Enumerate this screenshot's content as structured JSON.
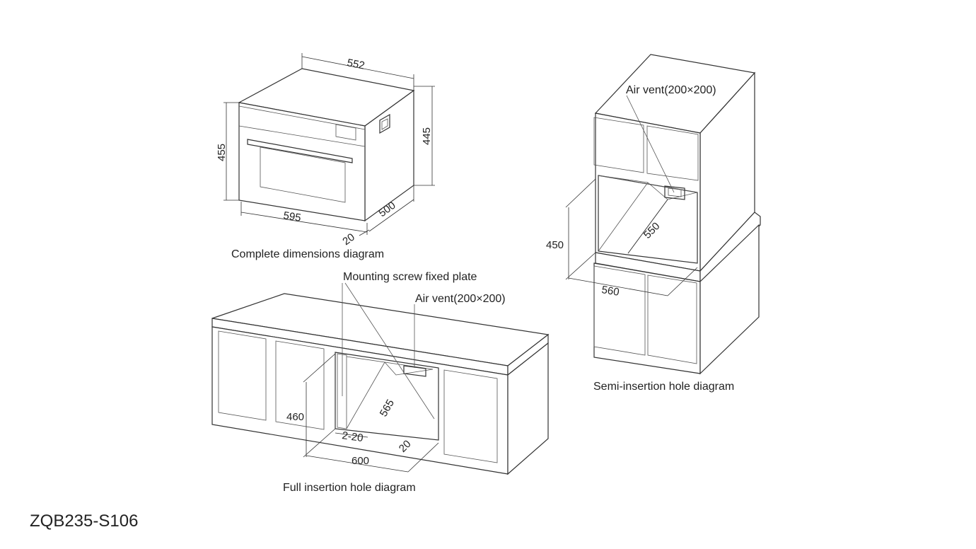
{
  "model": "ZQB235-S106",
  "oven": {
    "caption": "Complete dimensions diagram",
    "dims": {
      "top_width": "552",
      "front_height": "455",
      "side_height": "445",
      "front_width": "595",
      "depth": "500",
      "panel": "20"
    }
  },
  "semi": {
    "caption": "Semi-insertion hole diagram",
    "air_vent": "Air vent(200×200)",
    "dims": {
      "height": "450",
      "depth": "550",
      "width": "560"
    }
  },
  "full": {
    "caption": "Full insertion hole diagram",
    "mounting_plate": "Mounting screw fixed plate",
    "air_vent": "Air vent(200×200)",
    "dims": {
      "height": "460",
      "depth": "565",
      "gap": "2-20",
      "side": "20",
      "width": "600"
    }
  }
}
